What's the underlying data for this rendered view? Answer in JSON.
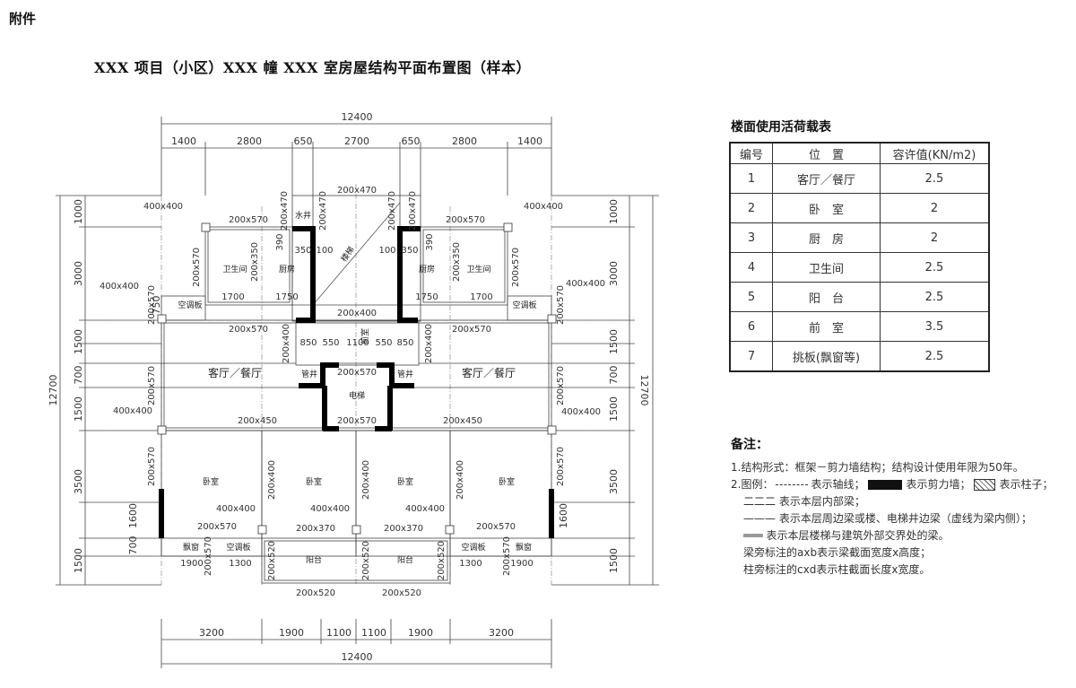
{
  "header": {
    "attachment": "附件",
    "title": "XXX 项目（小区）XXX 幢 XXX 室房屋结构平面布置图（样本）"
  },
  "plan": {
    "top_total": "12400",
    "top_dims": [
      "1400",
      "2800",
      "650",
      "2700",
      "650",
      "2800",
      "1400"
    ],
    "bottom_dims": [
      "3200",
      "1900",
      "1100",
      "1100",
      "1900",
      "3200"
    ],
    "bottom_total": "12400",
    "left_total": "12700",
    "right_total": "12700",
    "side_dims": [
      "1000",
      "3000",
      "750",
      "1500",
      "700",
      "1500",
      "3500",
      "1600",
      "700",
      "1500"
    ],
    "rooms": {
      "bath": "卫生间",
      "kitchen": "厨房",
      "living": "客厅／餐厅",
      "bedroom": "卧室",
      "balcony": "阳台",
      "front_room": "前室",
      "elevator": "电梯",
      "stair": "楼梯",
      "water_well": "水井",
      "ac_board": "空调板",
      "bay_window": "飘窗",
      "pipe_well": "管井"
    },
    "beams": {
      "b200x470": "200x470",
      "b200x570": "200x570",
      "b200x350": "200x350",
      "b200x400": "200x400",
      "b200x450": "200x450",
      "b200x370": "200x370",
      "b200x520": "200x520",
      "c400x400": "400x400",
      "d1700": "1700",
      "d1750": "1750",
      "d850": "850",
      "d550": "550",
      "d1100": "1100",
      "d350": "350",
      "d100": "100",
      "d390": "390",
      "d1300": "1300",
      "d1900": "1900"
    }
  },
  "load_table": {
    "title": "楼面使用活荷载表",
    "headers": [
      "编号",
      "位　置",
      "容许值(KN/m2)"
    ],
    "rows": [
      {
        "no": "1",
        "place": "客厅／餐厅",
        "value": "2.5"
      },
      {
        "no": "2",
        "place": "卧　室",
        "value": "2"
      },
      {
        "no": "3",
        "place": "厨　房",
        "value": "2"
      },
      {
        "no": "4",
        "place": "卫生间",
        "value": "2.5"
      },
      {
        "no": "5",
        "place": "阳　台",
        "value": "2.5"
      },
      {
        "no": "6",
        "place": "前　室",
        "value": "3.5"
      },
      {
        "no": "7",
        "place": "挑板(飘窗等)",
        "value": "2.5"
      }
    ]
  },
  "notes": {
    "title": "备注：",
    "n1": "1.结构形式：框架－剪力墙结构；结构设计使用年限为50年。",
    "n2_a": "2.图例：",
    "n2_b": "表示轴线；",
    "n2_c": "表示剪力墙；",
    "n2_d": "表示柱子；",
    "n3": "二二二 表示本层内部梁；",
    "n4": "——— 表示本层周边梁或楼、电梯井边梁（虚线为梁内侧）；",
    "n5": "═══ 表示本层楼梯与建筑外部交界处的梁。",
    "n6": "梁旁标注的axb表示梁截面宽度x高度；",
    "n7": "柱旁标注的cxd表示柱截面长度x宽度。"
  }
}
